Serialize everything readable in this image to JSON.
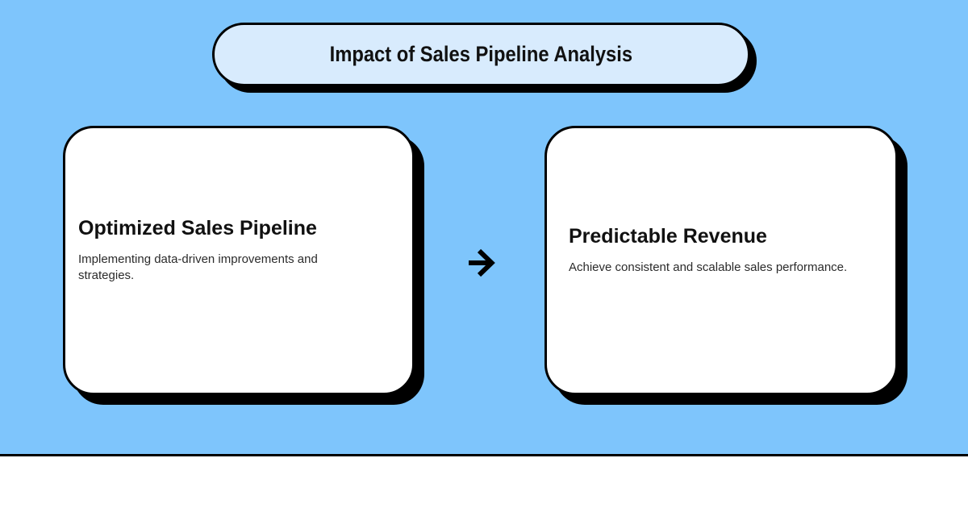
{
  "banner": {
    "label": "Impact of Sales Pipeline Analysis"
  },
  "cards": [
    {
      "title": "Optimized Sales Pipeline",
      "description": "Implementing data-driven improvements and strategies."
    },
    {
      "title": "Predictable Revenue",
      "description": "Achieve consistent and scalable sales performance."
    }
  ],
  "arrow": {
    "icon": "arrow-right-icon"
  },
  "colors": {
    "background": "#7EC5FC",
    "banner_fill": "#D8EBFD",
    "card_fill": "#FFFFFF",
    "outline": "#000000",
    "footer_fill": "#FFFFFF",
    "title_text": "#111111",
    "body_text": "#2B2B2B"
  }
}
